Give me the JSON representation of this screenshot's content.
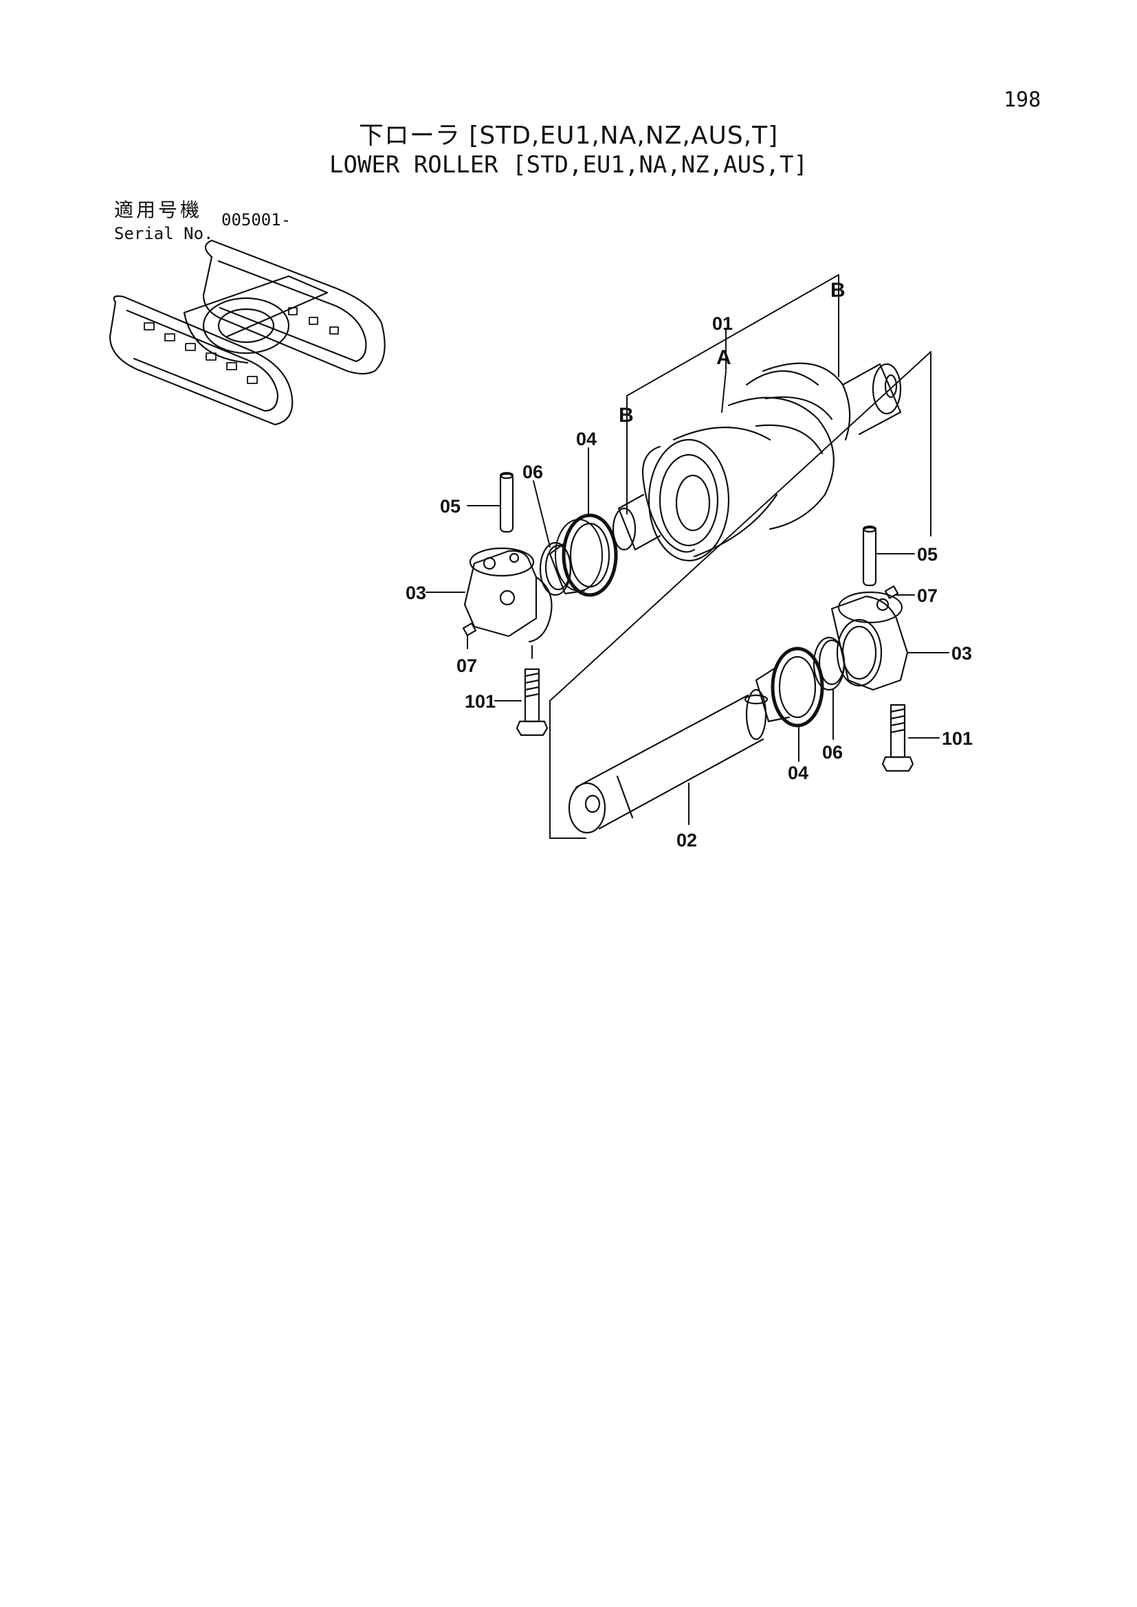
{
  "page_number": "198",
  "title_ja": "下ローラ [STD,EU1,NA,NZ,AUS,T]",
  "title_en": "LOWER ROLLER [STD,EU1,NA,NZ,AUS,T]",
  "serial": {
    "label_ja": "適用号機",
    "label_en": "Serial No.",
    "value": "005001-"
  },
  "callouts": {
    "p01": "01",
    "pA": "A",
    "pB1": "B",
    "pB2": "B",
    "p04a": "04",
    "p06a": "06",
    "p05a": "05",
    "p03a": "03",
    "p07a": "07",
    "p101a": "101",
    "p05b": "05",
    "p07b": "07",
    "p03b": "03",
    "p101b": "101",
    "p06b": "06",
    "p04b": "04",
    "p02": "02"
  },
  "colors": {
    "ink": "#111111",
    "paper": "#ffffff"
  }
}
